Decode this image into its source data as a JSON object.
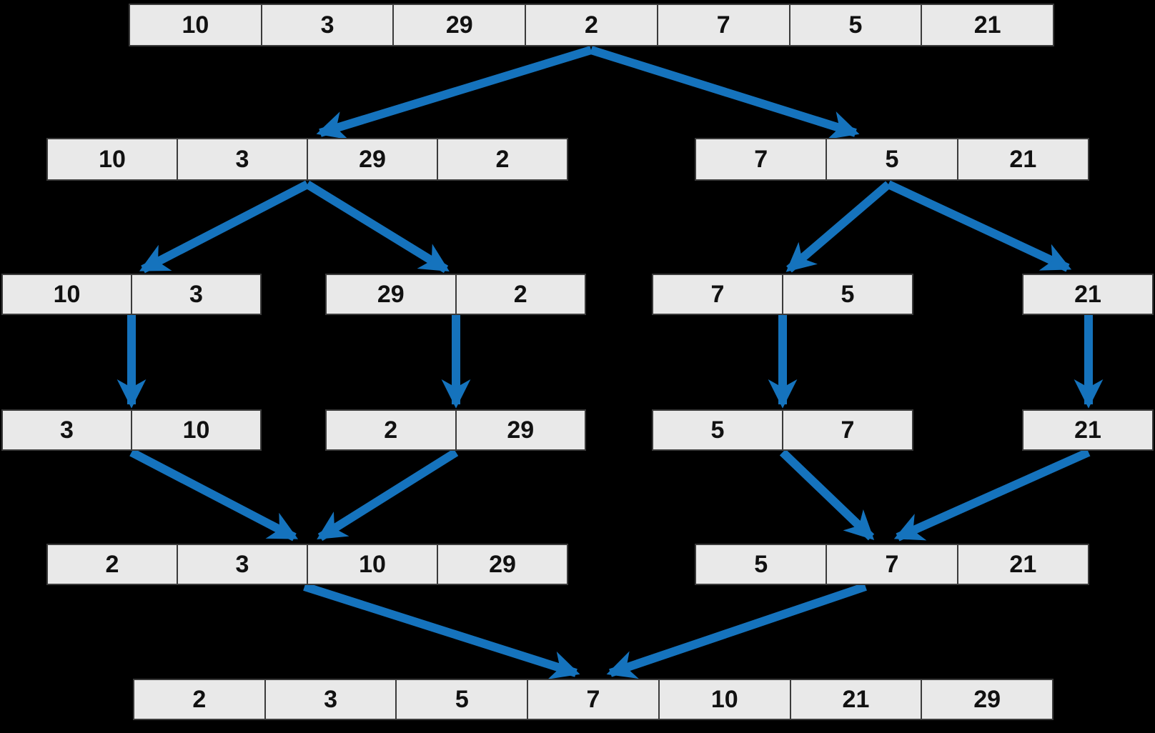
{
  "diagram": {
    "kind": "merge-sort-visualization",
    "arrays": {
      "level1": {
        "values": [
          10,
          3,
          29,
          2,
          7,
          5,
          21
        ]
      },
      "level2_left": {
        "values": [
          10,
          3,
          29,
          2
        ]
      },
      "level2_right": {
        "values": [
          7,
          5,
          21
        ]
      },
      "level3_a": {
        "values": [
          10,
          3
        ]
      },
      "level3_b": {
        "values": [
          29,
          2
        ]
      },
      "level3_c": {
        "values": [
          7,
          5
        ]
      },
      "level3_d": {
        "values": [
          21
        ]
      },
      "level4_a": {
        "values": [
          3,
          10
        ]
      },
      "level4_b": {
        "values": [
          2,
          29
        ]
      },
      "level4_c": {
        "values": [
          5,
          7
        ]
      },
      "level4_d": {
        "values": [
          21
        ]
      },
      "level5_left": {
        "values": [
          2,
          3,
          10,
          29
        ]
      },
      "level5_right": {
        "values": [
          5,
          7,
          21
        ]
      },
      "level6": {
        "values": [
          2,
          3,
          5,
          7,
          10,
          21,
          29
        ]
      }
    }
  },
  "colors": {
    "background": "#000000",
    "cell_fill": "#e9e9e9",
    "cell_border": "#3b3b3b",
    "cell_text": "#111111",
    "arrow": "#1573bd"
  }
}
